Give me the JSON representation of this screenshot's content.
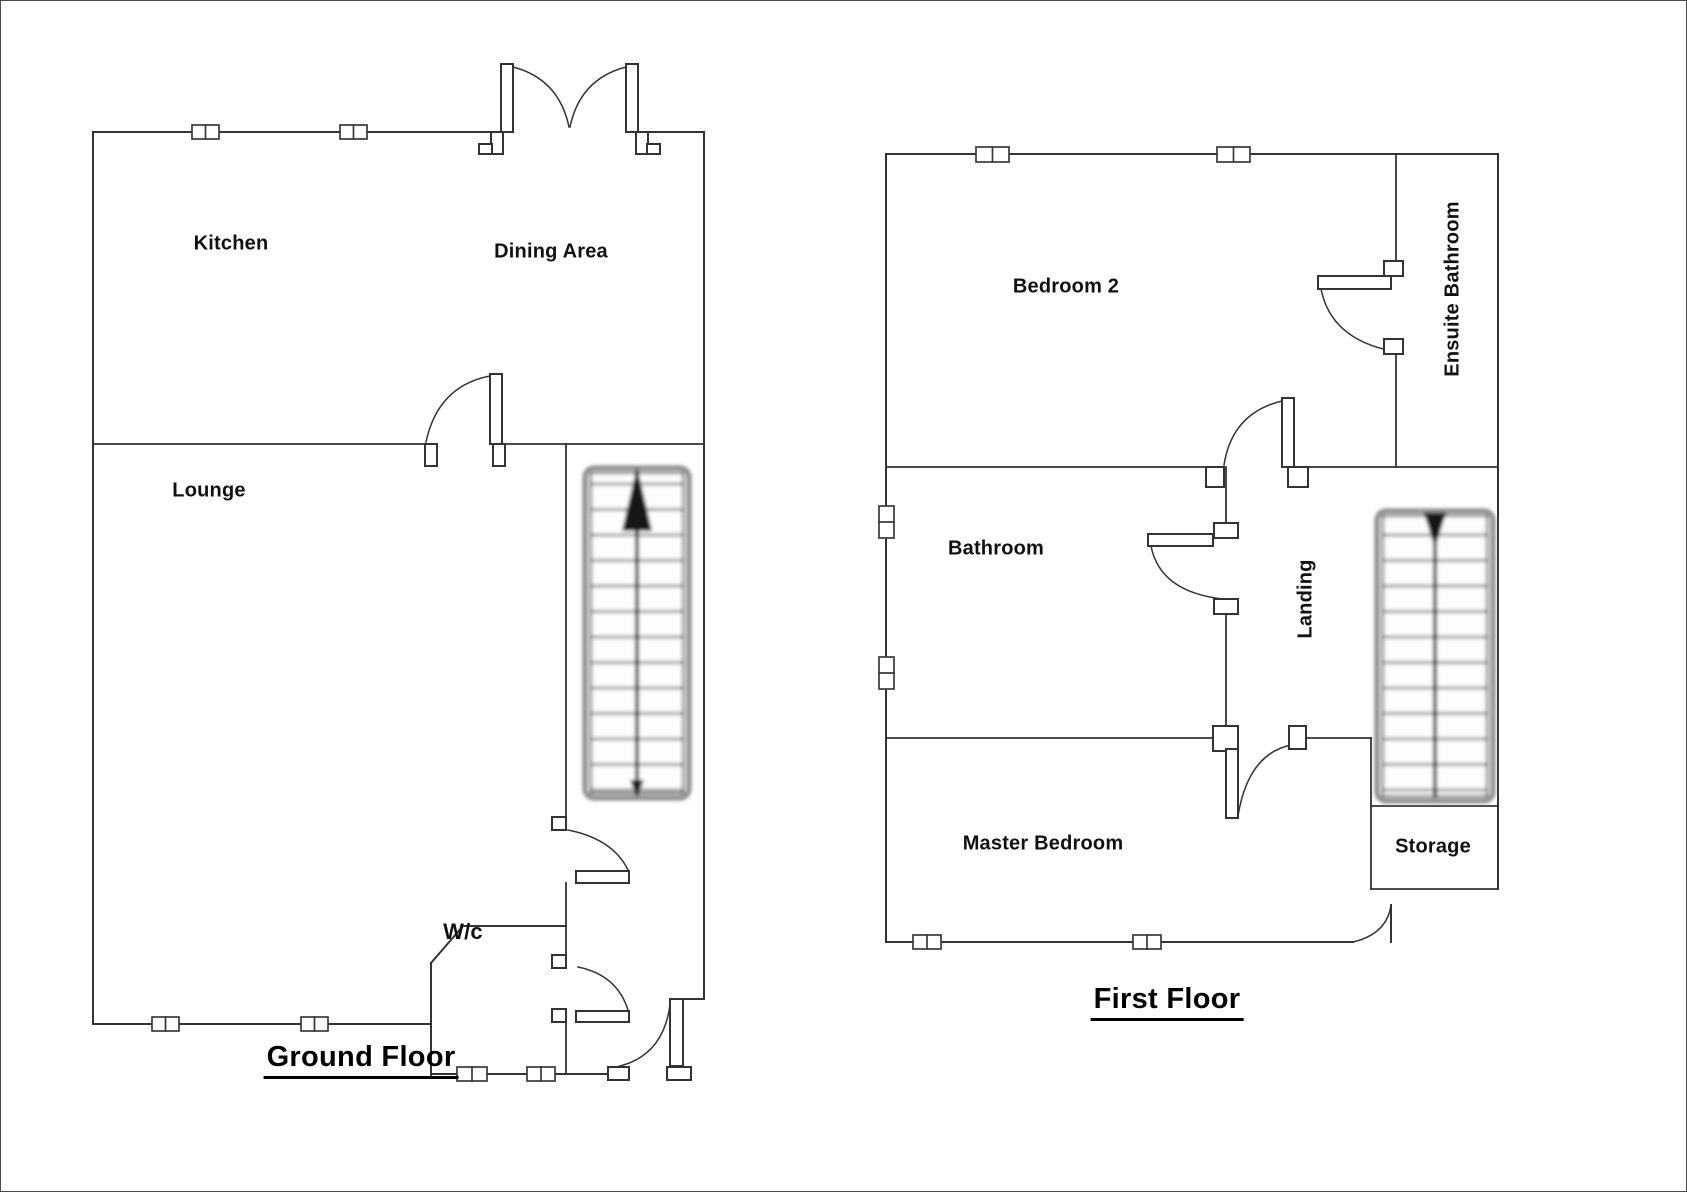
{
  "document": {
    "type": "floorplan",
    "background": "#ffffff"
  },
  "ground_floor": {
    "title": "Ground Floor",
    "rooms": {
      "kitchen": "Kitchen",
      "dining": "Dining Area",
      "lounge": "Lounge",
      "wc": "W/c"
    }
  },
  "first_floor": {
    "title": "First Floor",
    "rooms": {
      "bedroom2": "Bedroom 2",
      "ensuite": "Ensuite Bathroom",
      "bathroom": "Bathroom",
      "landing": "Landing",
      "master": "Master Bedroom",
      "storage": "Storage"
    }
  },
  "colors": {
    "wall": "#333333",
    "window_frame": "#3a3a3a",
    "stair_frame": "#8a8a8a",
    "stair_tread": "#9a9a9a",
    "arrow": "#161616",
    "text": "#111111"
  }
}
